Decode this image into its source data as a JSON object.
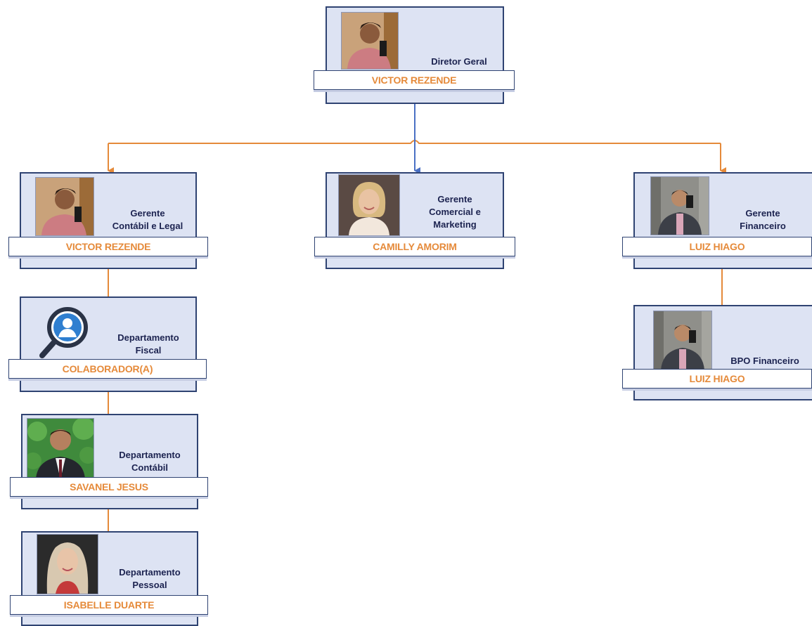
{
  "colors": {
    "card_fill": "#dde3f3",
    "card_border": "#2f4372",
    "name_text": "#e58a3a",
    "role_text": "#1c2350",
    "connector_orange": "#e58a3a",
    "connector_blue": "#4a70c4"
  },
  "nodes": {
    "director": {
      "role_lines": [
        "Diretor Geral"
      ],
      "name": "VICTOR REZENDE",
      "photo": "person-photo"
    },
    "manager_accounting": {
      "role_lines": [
        "Gerente",
        "Contábil e Legal"
      ],
      "name": "VICTOR REZENDE",
      "photo": "person-photo"
    },
    "manager_commercial": {
      "role_lines": [
        "Gerente",
        "Comercial e",
        "Marketing"
      ],
      "name": "CAMILLY AMORIM",
      "photo": "person-photo"
    },
    "manager_finance": {
      "role_lines": [
        "Gerente",
        "Financeiro"
      ],
      "name": "LUIZ HIAGO",
      "photo": "person-photo"
    },
    "dept_fiscal": {
      "role_lines": [
        "Departamento",
        "Fiscal"
      ],
      "name": "COLABORADOR(A)",
      "photo": "search-user-icon"
    },
    "dept_contabil": {
      "role_lines": [
        "Departamento",
        "Contábil"
      ],
      "name": "SAVANEL JESUS",
      "photo": "person-photo"
    },
    "dept_pessoal": {
      "role_lines": [
        "Departamento",
        "Pessoal"
      ],
      "name": "ISABELLE DUARTE",
      "photo": "person-photo"
    },
    "bpo_finance": {
      "role_lines": [
        "BPO Financeiro"
      ],
      "name": "LUIZ HIAGO",
      "photo": "person-photo"
    }
  }
}
